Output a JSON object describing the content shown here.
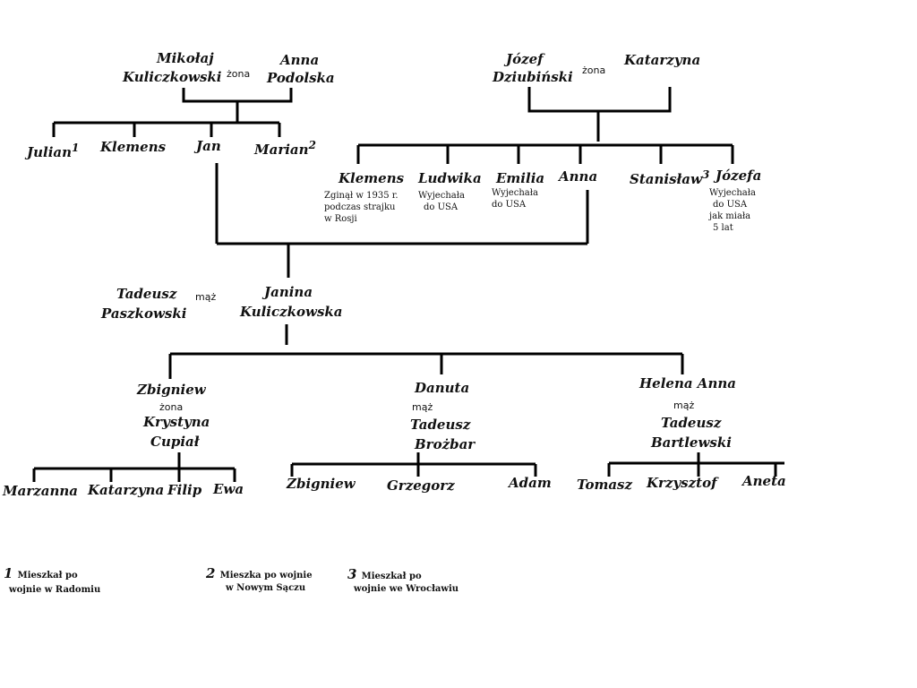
{
  "generation1": {
    "kuliczkowski_husband": [
      "Mikołaj",
      "Kuliczkowski"
    ],
    "kuliczkowski_relation": "żona",
    "kuliczkowski_wife": [
      "Anna",
      "Podolska"
    ],
    "dziubinski_husband": [
      "Józef",
      "Dziubiński"
    ],
    "dziubinski_relation": "żona",
    "dziubinski_wife": "Katarzyna"
  },
  "kuliczkowski_children": [
    {
      "name": "Julian",
      "mark": "1"
    },
    {
      "name": "Klemens",
      "mark": ""
    },
    {
      "name": "Jan",
      "mark": ""
    },
    {
      "name": "Marian",
      "mark": "2"
    }
  ],
  "dziubinski_children": [
    {
      "name": "Klemens",
      "mark": "",
      "note": [
        "Zginął w 1935 r.",
        "podczas strajku",
        "w Rosji"
      ]
    },
    {
      "name": "Ludwika",
      "mark": "",
      "note": [
        "Wyjechała",
        "do USA"
      ]
    },
    {
      "name": "Emilia",
      "mark": "",
      "note": [
        "Wyjechała",
        "do USA"
      ]
    },
    {
      "name": "Anna",
      "mark": "",
      "note": []
    },
    {
      "name": "Stanisław",
      "mark": "3",
      "note": []
    },
    {
      "name": "Józefa",
      "mark": "",
      "note": [
        "Wyjechała",
        "do USA",
        "jak miała",
        "5 lat"
      ]
    }
  ],
  "generation3": {
    "husband": [
      "Tadeusz",
      "Paszkowski"
    ],
    "relation": "mąż",
    "wife": [
      "Janina",
      "Kuliczkowska"
    ]
  },
  "generation4": [
    {
      "child": "Zbigniew",
      "relation": "żona",
      "spouse": [
        "Krystyna",
        "Cupiał"
      ]
    },
    {
      "child": "Danuta",
      "relation": "mąż",
      "spouse": [
        "Tadeusz",
        "Brożbar"
      ]
    },
    {
      "child": "Helena Anna",
      "relation": "mąż",
      "spouse": [
        "Tadeusz",
        "Bartlewski"
      ]
    }
  ],
  "grandchildren": {
    "zbigniew": [
      "Marzanna",
      "Katarzyna",
      "Filip",
      "Ewa"
    ],
    "danuta": [
      "Zbigniew",
      "Grzegorz",
      "Adam"
    ],
    "helena": [
      "Tomasz",
      "Krzysztof",
      "Aneta"
    ]
  },
  "footnotes": [
    {
      "num": "1",
      "text": [
        "Mieszkał po",
        "wojnie w Radomiu"
      ]
    },
    {
      "num": "2",
      "text": [
        "Mieszka po wojnie",
        "w Nowym Sączu"
      ]
    },
    {
      "num": "3",
      "text": [
        "Mieszkał po",
        "wojnie  we  Wrocławiu"
      ]
    }
  ],
  "line_color": "#000000"
}
